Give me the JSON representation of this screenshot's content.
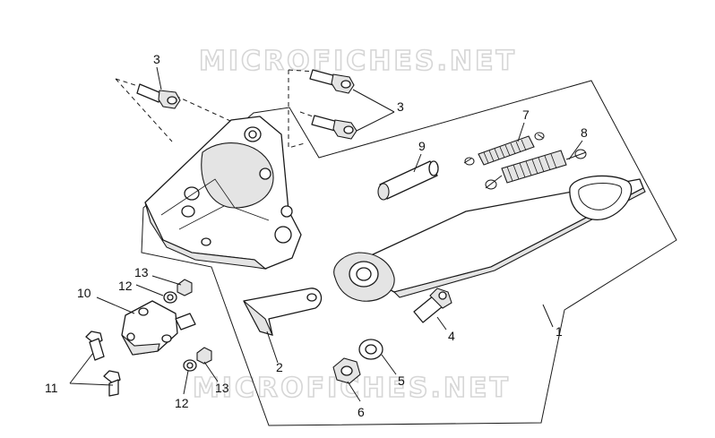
{
  "watermark": "MICROFICHES.NET",
  "callouts": [
    {
      "id": "c1",
      "label": "1"
    },
    {
      "id": "c2",
      "label": "2"
    },
    {
      "id": "c3a",
      "label": "3"
    },
    {
      "id": "c3b",
      "label": "3"
    },
    {
      "id": "c4",
      "label": "4"
    },
    {
      "id": "c5",
      "label": "5"
    },
    {
      "id": "c6",
      "label": "6"
    },
    {
      "id": "c7",
      "label": "7"
    },
    {
      "id": "c8",
      "label": "8"
    },
    {
      "id": "c9",
      "label": "9"
    },
    {
      "id": "c10",
      "label": "10"
    },
    {
      "id": "c11",
      "label": "11"
    },
    {
      "id": "c12a",
      "label": "12"
    },
    {
      "id": "c12b",
      "label": "12"
    },
    {
      "id": "c13a",
      "label": "13"
    },
    {
      "id": "c13b",
      "label": "13"
    }
  ]
}
